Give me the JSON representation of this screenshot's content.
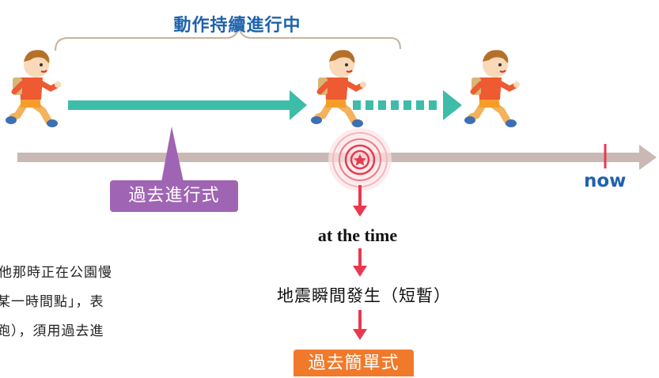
{
  "colors": {
    "teal": "#3dbca9",
    "timeline": "#c9b8b3",
    "purple": "#a064b4",
    "red": "#e8394f",
    "orange": "#f07a2a",
    "blue_text": "#1e62ad",
    "brace": "#c8b39a"
  },
  "diagram": {
    "title": "動作持續進行中",
    "now_label": "now",
    "past_progressive_label": "過去進行式",
    "at_the_time": "at the time",
    "event_label": "地震瞬間發生（短暫）",
    "past_simple_label": "過去簡單式"
  },
  "side_text": {
    "line1": "他那時正在公園慢",
    "line2": "某一時間點」，表",
    "line3": "跑），須用過去進"
  },
  "icons": {
    "runner": "running-boy-icon",
    "event": "red-star-ripple-icon"
  }
}
